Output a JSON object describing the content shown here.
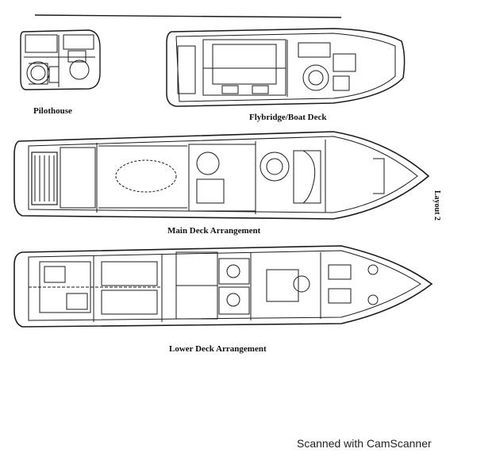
{
  "labels": {
    "pilothouse": "Pilothouse",
    "flybridge": "Flybridge/Boat Deck",
    "main_deck": "Main Deck Arrangement",
    "lower_deck": "Lower Deck Arrangement",
    "layout": "Layout 2"
  },
  "footer": {
    "scanner_watermark": "Scanned with CamScanner"
  },
  "colors": {
    "ink": "#1a1a1a",
    "paper": "#ffffff"
  }
}
